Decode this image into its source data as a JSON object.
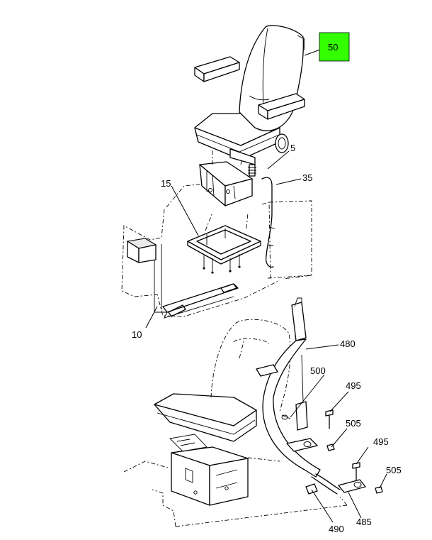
{
  "callouts": {
    "c50": "50",
    "c5": "5",
    "c35": "35",
    "c15": "15",
    "c10": "10",
    "c480": "480",
    "c500": "500",
    "c495a": "495",
    "c505a": "505",
    "c495b": "495",
    "c505b": "505",
    "c490": "490",
    "c485": "485"
  },
  "colors": {
    "highlight": "#33ff00",
    "line": "#000000",
    "background": "#ffffff"
  }
}
